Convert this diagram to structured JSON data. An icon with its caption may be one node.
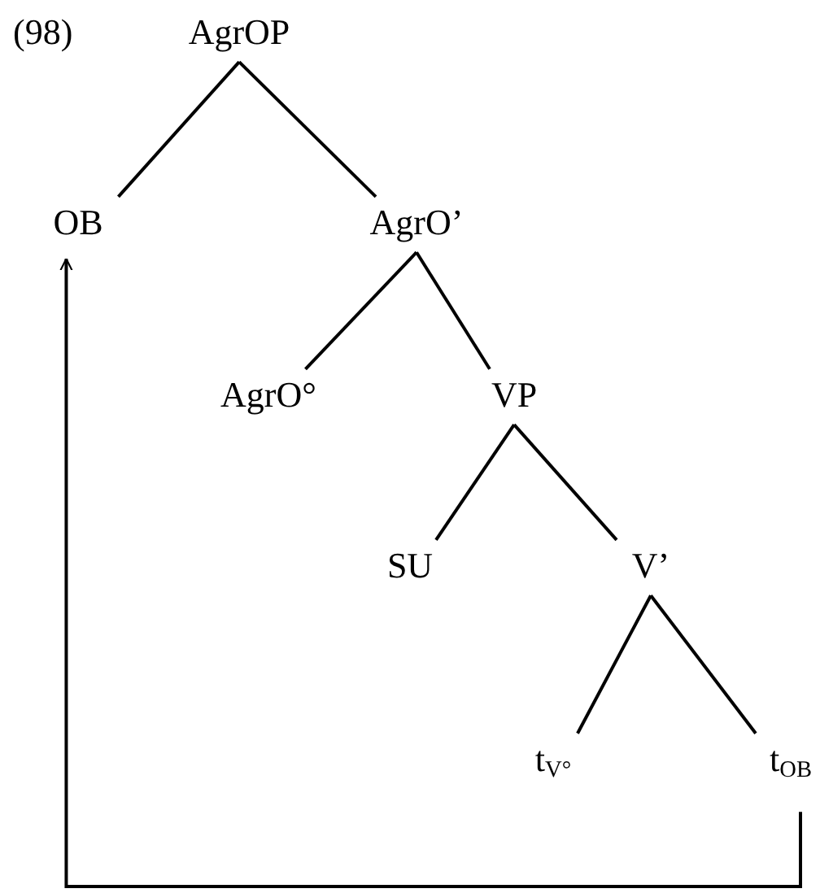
{
  "diagram": {
    "nodes": [
      {
        "text": [
          "AgrOP"
        ]
      },
      {
        "text": [
          "OB"
        ]
      },
      {
        "text": [
          "AgrO’"
        ]
      },
      {
        "text": [
          "AgrO°"
        ]
      },
      {
        "text": [
          "VP"
        ]
      },
      {
        "text": [
          "SU"
        ]
      },
      {
        "text": [
          "V’"
        ]
      },
      {
        "text": [
          "t$_{V°}$"
        ]
      },
      {
        "text": [
          "t$_{OB}$"
        ]
      }
    ],
    "edges": [
      {
        "from": 0,
        "to": 1,
        "arrow": "none"
      },
      {
        "from": 0,
        "to": 2,
        "arrow": "none"
      },
      {
        "from": 2,
        "to": 3,
        "arrow": "none"
      },
      {
        "from": 2,
        "to": 4,
        "arrow": "none"
      },
      {
        "from": 4,
        "to": 5,
        "arrow": "none"
      },
      {
        "from": 4,
        "to": 6,
        "arrow": "none"
      },
      {
        "from": 6,
        "to": 7,
        "arrow": "none"
      },
      {
        "from": 6,
        "to": 8,
        "arrow": "none"
      },
      {
        "from": 8,
        "to": 1,
        "arrow": "to"
      }
    ],
    "labels": [
      "(98)"
    ]
  }
}
